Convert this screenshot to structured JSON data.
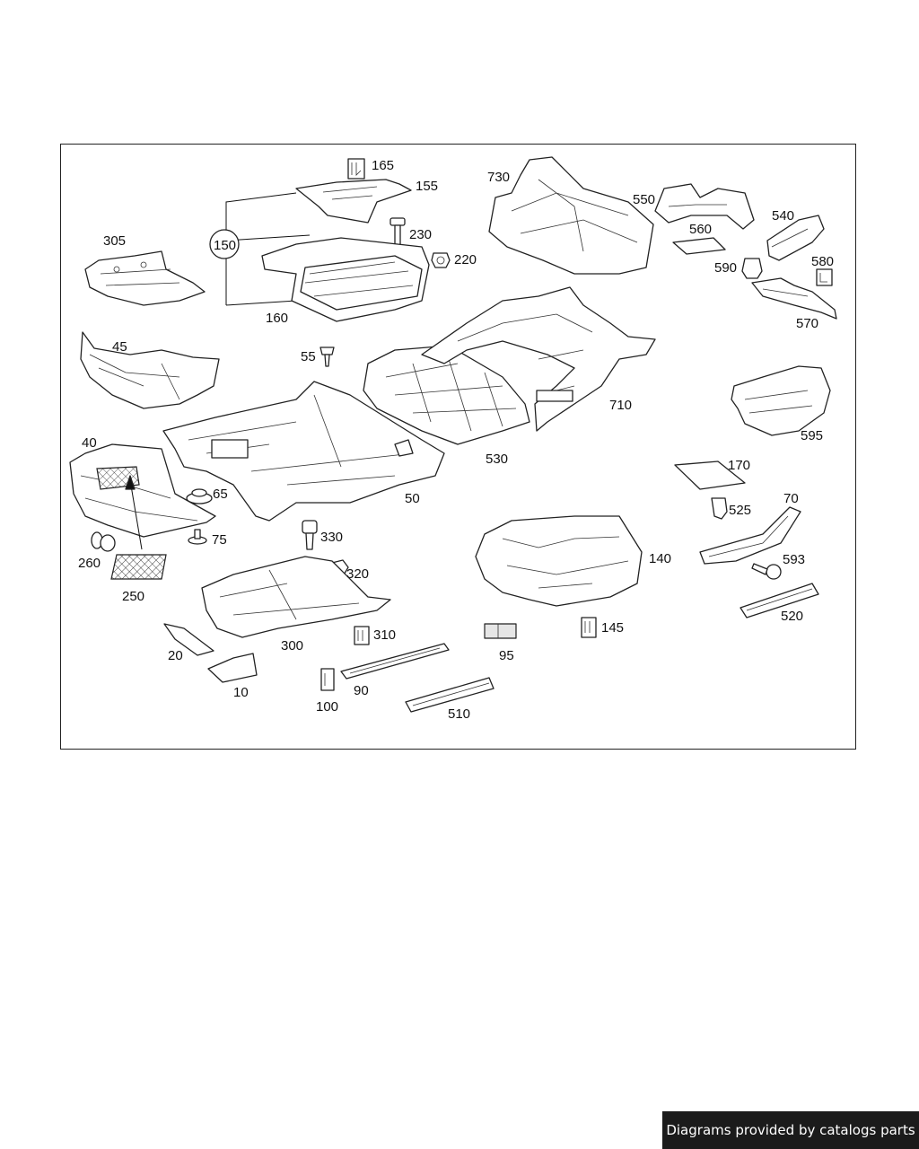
{
  "callouts": [
    {
      "id": "p165",
      "text": "165"
    },
    {
      "id": "p155",
      "text": "155"
    },
    {
      "id": "p150",
      "text": "150"
    },
    {
      "id": "p230",
      "text": "230"
    },
    {
      "id": "p220",
      "text": "220"
    },
    {
      "id": "p160",
      "text": "160"
    },
    {
      "id": "p305",
      "text": "305"
    },
    {
      "id": "p730",
      "text": "730"
    },
    {
      "id": "p550",
      "text": "550"
    },
    {
      "id": "p560",
      "text": "560"
    },
    {
      "id": "p540",
      "text": "540"
    },
    {
      "id": "p590",
      "text": "590"
    },
    {
      "id": "p580",
      "text": "580"
    },
    {
      "id": "p570",
      "text": "570"
    },
    {
      "id": "p45",
      "text": "45"
    },
    {
      "id": "p55",
      "text": "55"
    },
    {
      "id": "p710",
      "text": "710"
    },
    {
      "id": "p595",
      "text": "595"
    },
    {
      "id": "p40",
      "text": "40"
    },
    {
      "id": "p530",
      "text": "530"
    },
    {
      "id": "p170",
      "text": "170"
    },
    {
      "id": "p65",
      "text": "65"
    },
    {
      "id": "p50",
      "text": "50"
    },
    {
      "id": "p70",
      "text": "70"
    },
    {
      "id": "p525",
      "text": "525"
    },
    {
      "id": "p75",
      "text": "75"
    },
    {
      "id": "p330",
      "text": "330"
    },
    {
      "id": "p260",
      "text": "260"
    },
    {
      "id": "p320",
      "text": "320"
    },
    {
      "id": "p140",
      "text": "140"
    },
    {
      "id": "p593",
      "text": "593"
    },
    {
      "id": "p250",
      "text": "250"
    },
    {
      "id": "p520",
      "text": "520"
    },
    {
      "id": "p145",
      "text": "145"
    },
    {
      "id": "p310",
      "text": "310"
    },
    {
      "id": "p300",
      "text": "300"
    },
    {
      "id": "p20",
      "text": "20"
    },
    {
      "id": "p95",
      "text": "95"
    },
    {
      "id": "p90",
      "text": "90"
    },
    {
      "id": "p10",
      "text": "10"
    },
    {
      "id": "p100",
      "text": "100"
    },
    {
      "id": "p510",
      "text": "510"
    }
  ],
  "footer": {
    "credit": "Diagrams provided by catalogs parts"
  }
}
